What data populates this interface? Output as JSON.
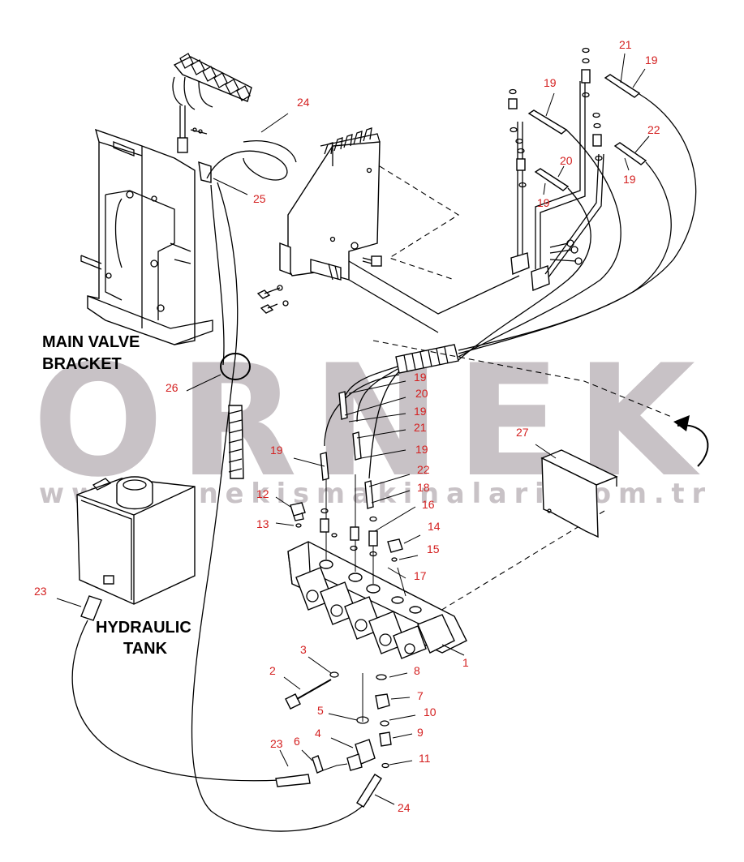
{
  "labels": {
    "main_valve_bracket": [
      "MAIN VALVE",
      "BRACKET"
    ],
    "hydraulic_tank": [
      "HYDRAULIC",
      "TANK"
    ]
  },
  "watermark": {
    "brand": "ORNEK",
    "url": "www.ornekismakinalari.com.tr",
    "color": "#c8c2c6"
  },
  "callout_color": "#d42020",
  "callouts": [
    {
      "n": "24"
    },
    {
      "n": "25"
    },
    {
      "n": "19"
    },
    {
      "n": "21"
    },
    {
      "n": "19"
    },
    {
      "n": "22"
    },
    {
      "n": "19"
    },
    {
      "n": "20"
    },
    {
      "n": "19"
    },
    {
      "n": "26"
    },
    {
      "n": "19"
    },
    {
      "n": "20"
    },
    {
      "n": "19"
    },
    {
      "n": "21"
    },
    {
      "n": "19"
    },
    {
      "n": "19"
    },
    {
      "n": "22"
    },
    {
      "n": "18"
    },
    {
      "n": "16"
    },
    {
      "n": "27"
    },
    {
      "n": "12"
    },
    {
      "n": "13"
    },
    {
      "n": "14"
    },
    {
      "n": "15"
    },
    {
      "n": "17"
    },
    {
      "n": "23"
    },
    {
      "n": "1"
    },
    {
      "n": "3"
    },
    {
      "n": "8"
    },
    {
      "n": "2"
    },
    {
      "n": "7"
    },
    {
      "n": "5"
    },
    {
      "n": "10"
    },
    {
      "n": "4"
    },
    {
      "n": "9"
    },
    {
      "n": "23"
    },
    {
      "n": "6"
    },
    {
      "n": "11"
    },
    {
      "n": "24"
    }
  ]
}
